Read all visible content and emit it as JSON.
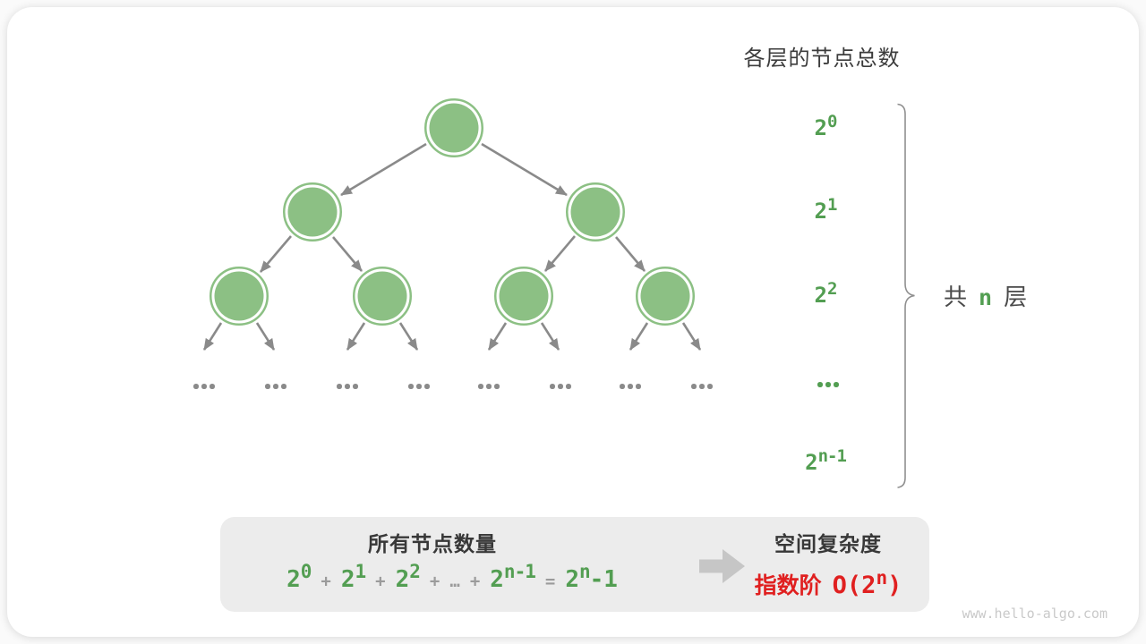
{
  "header": {
    "title": "各层的节点总数"
  },
  "tree": {
    "nodes_per_level_shown": [
      1,
      2,
      4
    ],
    "ellipsis": "…"
  },
  "level_labels": {
    "rows": [
      {
        "base": "2",
        "exp": "0"
      },
      {
        "base": "2",
        "exp": "1"
      },
      {
        "base": "2",
        "exp": "2"
      },
      {
        "base": "2",
        "exp": "n-1"
      }
    ],
    "ellipsis": "…"
  },
  "brace_label": {
    "prefix": "共",
    "variable": "n",
    "suffix": "层"
  },
  "summary": {
    "left_title": "所有节点数量",
    "formula": {
      "t0": {
        "base": "2",
        "exp": "0"
      },
      "op1": "+",
      "t1": {
        "base": "2",
        "exp": "1"
      },
      "op2": "+",
      "t2": {
        "base": "2",
        "exp": "2"
      },
      "op3": "+",
      "dots": "…",
      "op4": "+",
      "t3": {
        "base": "2",
        "exp": "n-1"
      },
      "eq": "=",
      "result": {
        "base": "2",
        "exp": "n",
        "suffix": "-1"
      }
    },
    "right_title": "空间复杂度",
    "complexity": {
      "prefix": "指数阶",
      "expr_open": "O(2",
      "exp": "n",
      "expr_close": ")"
    }
  },
  "watermark": "www.hello-algo.com",
  "icons": {
    "flow_arrow": "arrow-right-icon",
    "tree_ellipsis": "ellipsis-icon"
  },
  "colors": {
    "node-green": "#8CC084",
    "text-green": "#539E52",
    "edge-gray": "#8A8A8A",
    "brace-gray": "#8F8F8F",
    "dark-text": "#3C3C3C",
    "op-gray": "#9B9B9B",
    "red": "#E02020",
    "box-bg": "#ECECEC",
    "flow-arrow": "#C6C6C6",
    "watermark-gray": "#C9C9C9",
    "dots-gray": "#8A8A8A"
  }
}
